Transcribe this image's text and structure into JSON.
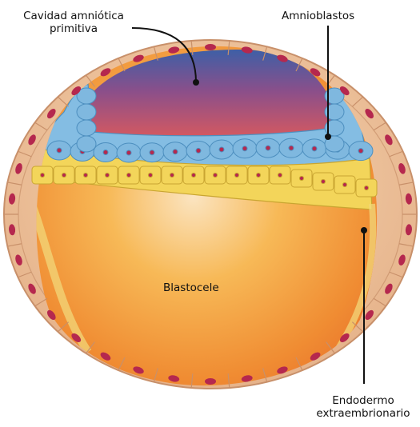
{
  "diagram": {
    "labels": {
      "amniotic_cavity_line1": "Cavidad amniótica",
      "amniotic_cavity_line2": "primitiva",
      "amnioblasts": "Amnioblastos",
      "blastocoel": "Blastocele",
      "endoderm_line1": "Endodermo",
      "endoderm_line2": "extraembrionario"
    },
    "colors": {
      "trophoblast": "#edc197",
      "trophoblast_border": "#c8906a",
      "trophoblast_nucleus": "#b5284e",
      "amnioblast_cell": "#7fb8df",
      "epiblast_cell": "#f3d55a",
      "cavity_top": "#3f62a8",
      "cavity_bottom": "#d9585d",
      "blastocoel_center": "#f7b04c",
      "blastocoel_edge": "#ef8a2f",
      "leader_line": "#111111"
    }
  }
}
